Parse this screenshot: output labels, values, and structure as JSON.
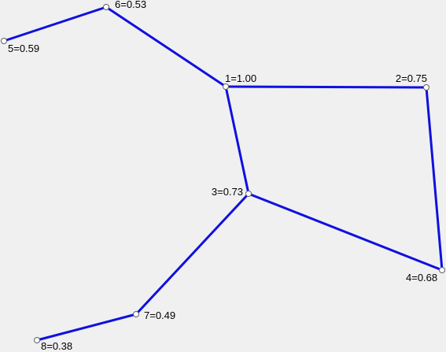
{
  "graph": {
    "edge_color": "#1010e0",
    "background": "#f0f0f0",
    "nodes": [
      {
        "id": "1",
        "label": "1=1.00"
      },
      {
        "id": "2",
        "label": "2=0.75"
      },
      {
        "id": "3",
        "label": "3=0.73"
      },
      {
        "id": "4",
        "label": "4=0.68"
      },
      {
        "id": "5",
        "label": "5=0.59"
      },
      {
        "id": "6",
        "label": "6=0.53"
      },
      {
        "id": "7",
        "label": "7=0.49"
      },
      {
        "id": "8",
        "label": "8=0.38"
      }
    ],
    "edges": [
      {
        "from": "5",
        "to": "6"
      },
      {
        "from": "6",
        "to": "1"
      },
      {
        "from": "1",
        "to": "2"
      },
      {
        "from": "1",
        "to": "3"
      },
      {
        "from": "2",
        "to": "4"
      },
      {
        "from": "3",
        "to": "4"
      },
      {
        "from": "3",
        "to": "7"
      },
      {
        "from": "7",
        "to": "8"
      }
    ]
  }
}
